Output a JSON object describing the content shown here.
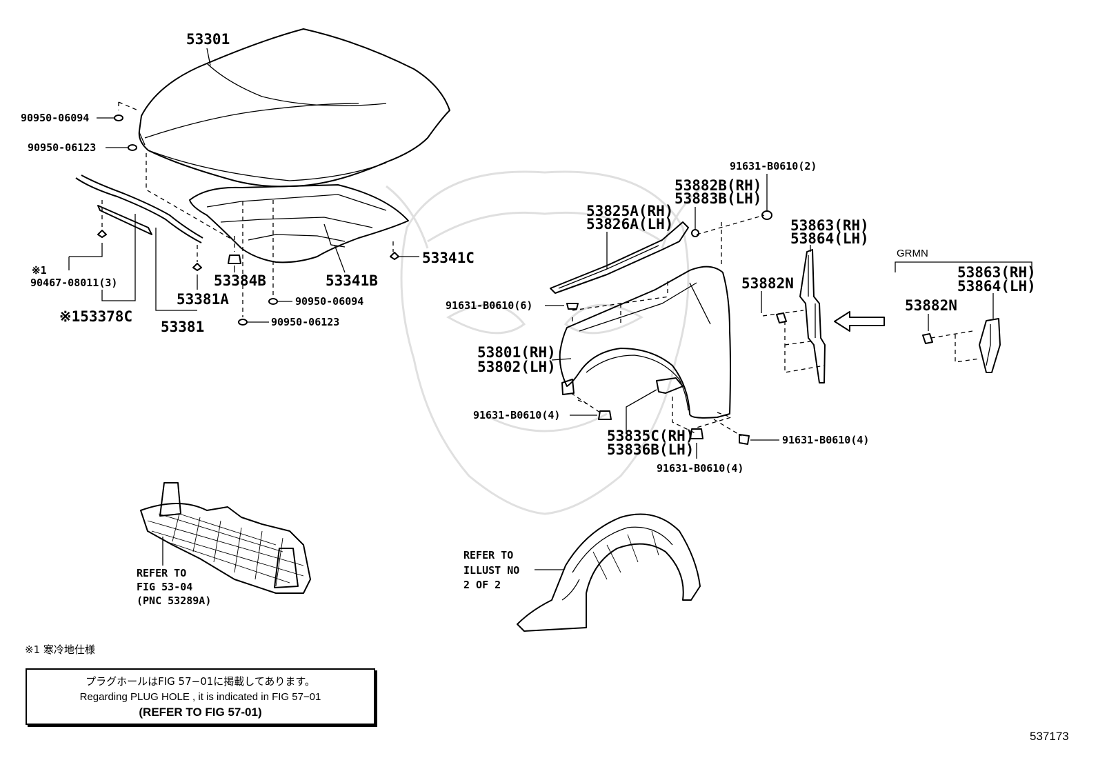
{
  "diagram": {
    "labels": {
      "hood": "53301",
      "hood_plug_upper": "90950-06094",
      "hood_plug_lower": "90950-06123",
      "note_mark_1": "※1",
      "clip_90467": "90467-08011(3)",
      "seal_53378c": "※153378C",
      "seal_53381": "53381",
      "seal_53381a": "53381A",
      "cushion_53384b": "53384B",
      "insulator_53341b": "53341B",
      "clip_53341c": "53341C",
      "insul_plug_upper": "90950-06094",
      "insul_plug_lower": "90950-06123",
      "screw_top": "91631-B0610(2)",
      "fender_seal_rh": "53882B(RH)",
      "fender_seal_lh": "53883B(LH)",
      "moulding_rh": "53825A(RH)",
      "moulding_lh": "53826A(LH)",
      "screw_upper": "91631-B0610(6)",
      "fender_rh": "53801(RH)",
      "fender_lh": "53802(LH)",
      "screw_left": "91631-B0610(4)",
      "screw_right": "91631-B0610(4)",
      "screw_bottom": "91631-B0610(4)",
      "splash_rh": "53835C(RH)",
      "splash_lh": "53836B(LH)",
      "retainer_53882n": "53882N",
      "bracket_rh": "53863(RH)",
      "bracket_lh": "53864(LH)",
      "grmn": "GRMN",
      "grmn_bracket_rh": "53863(RH)",
      "grmn_bracket_lh": "53864(LH)",
      "grmn_retainer": "53882N",
      "undercover_ref_1": "REFER TO",
      "undercover_ref_2": "FIG 53-04",
      "undercover_ref_3": "(PNC 53289A)",
      "liner_ref_1": "REFER TO",
      "liner_ref_2": "ILLUST NO",
      "liner_ref_3": "2 OF 2"
    }
  },
  "footnote": "※1 寒冷地仕様",
  "note": {
    "line_jp": "プラグホールはFIG 57−01に掲載してあります。",
    "line_en": "Regarding  PLUG  HOLE , it is indicated in  FIG  57−01",
    "line_ref": "(REFER  TO  FIG  57-01)"
  },
  "figure_id": "537173"
}
